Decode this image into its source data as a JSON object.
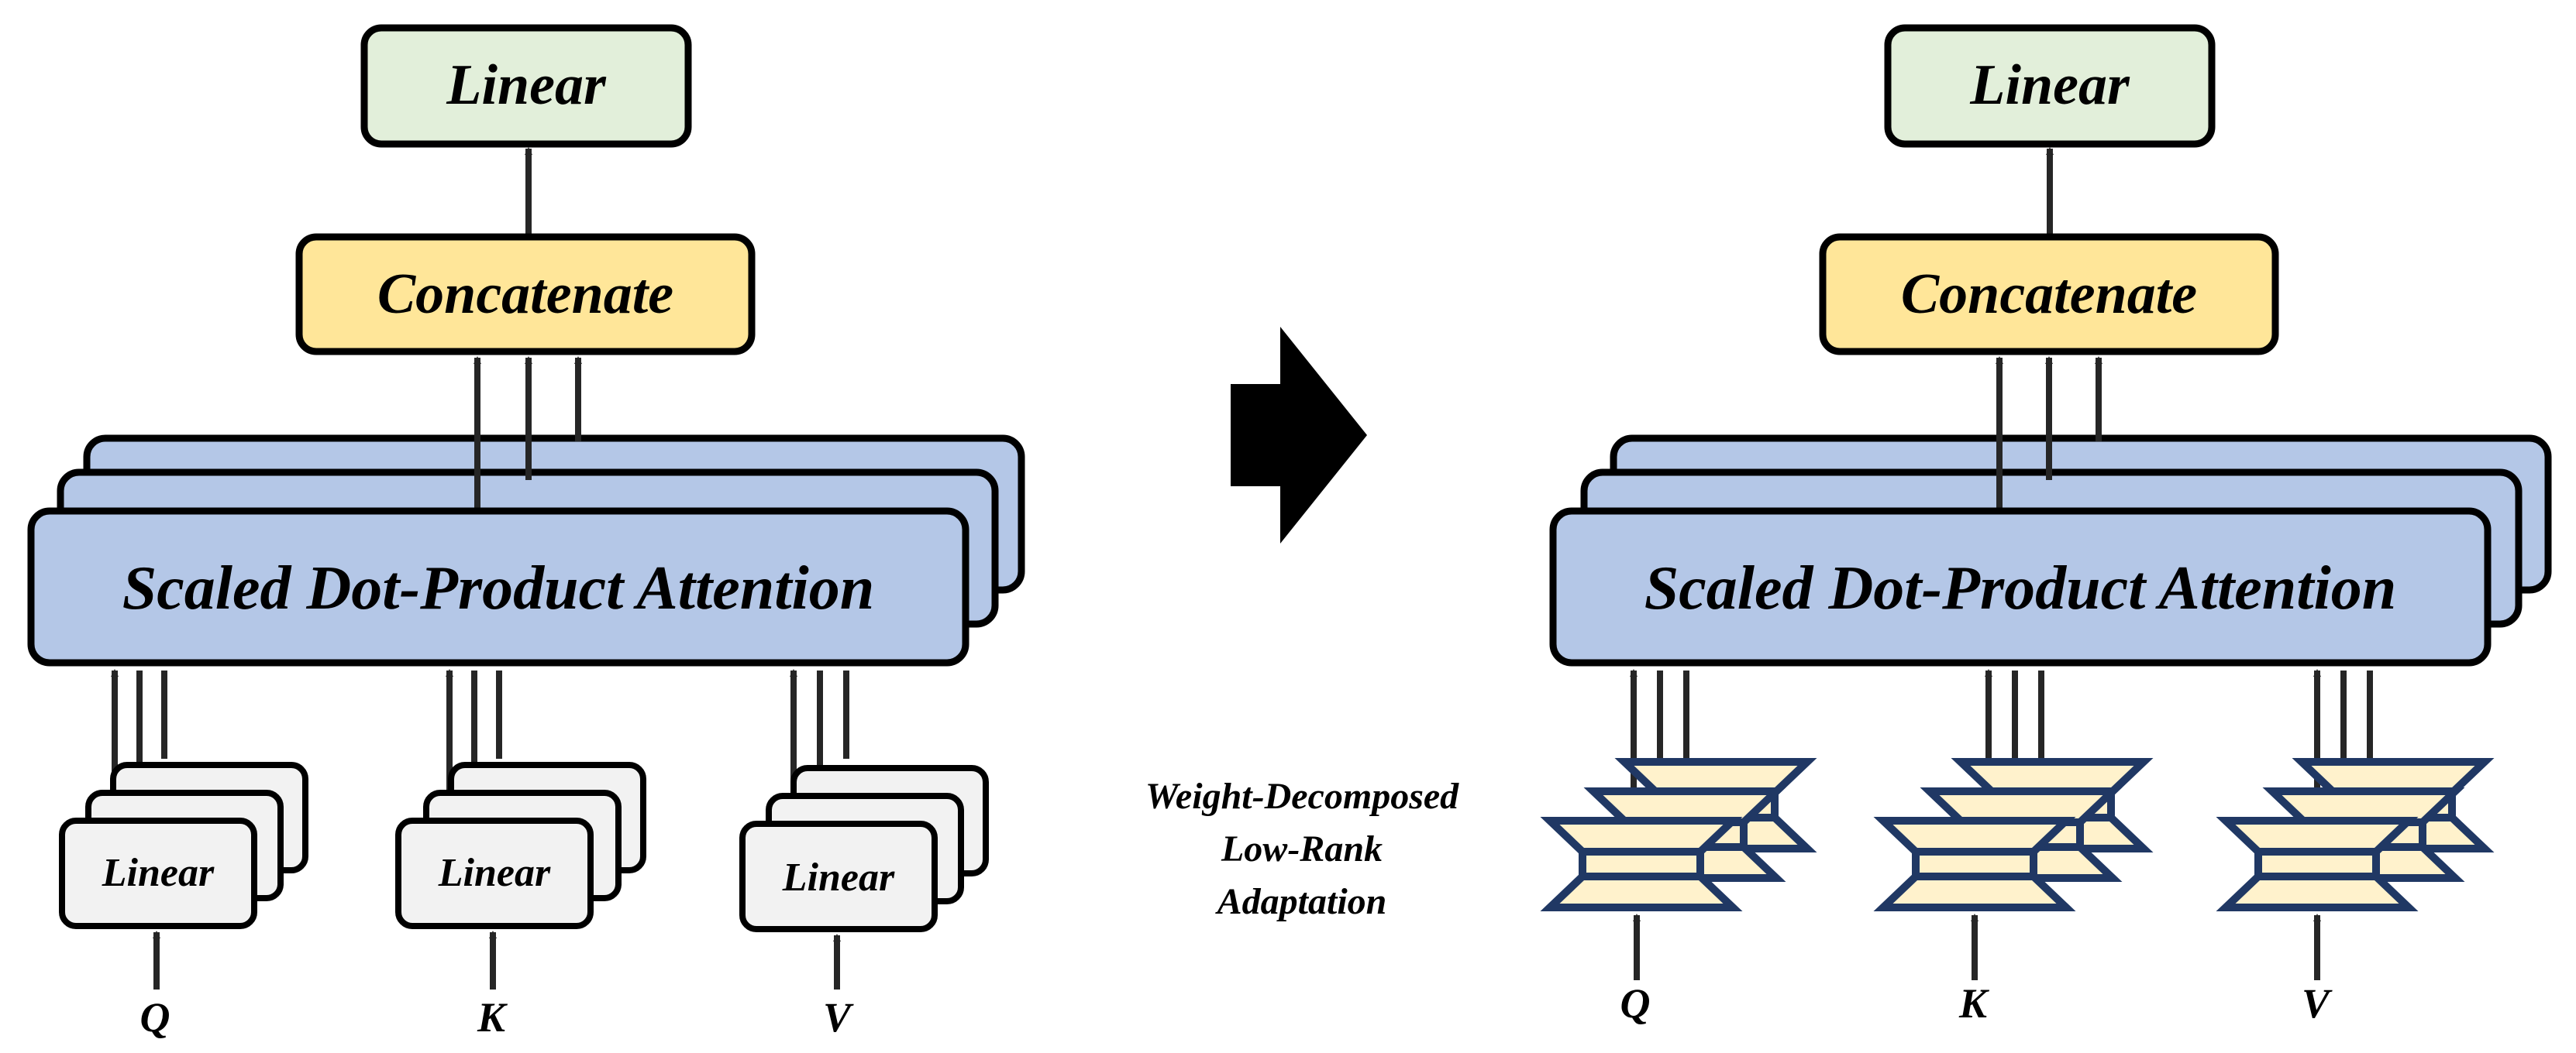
{
  "colors": {
    "linear_top_fill": "#e2efda",
    "concat_fill": "#ffe699",
    "attention_fill": "#b4c7e7",
    "linear_proj_fill": "#f2f2f2",
    "lora_fill": "#fff2cc",
    "lora_stroke": "#203864",
    "line": "#262626",
    "arrow_fill": "#000000"
  },
  "left": {
    "output_linear": "Linear",
    "concat": "Concatenate",
    "attention": "Scaled Dot-Product Attention",
    "projections": [
      {
        "label": "Linear",
        "input": "Q"
      },
      {
        "label": "Linear",
        "input": "K"
      },
      {
        "label": "Linear",
        "input": "V"
      }
    ]
  },
  "transition": {
    "arrow_icon": "right-arrow-icon",
    "caption_lines": [
      "Weight-Decomposed",
      "Low-Rank",
      "Adaptation"
    ]
  },
  "right": {
    "output_linear": "Linear",
    "concat": "Concatenate",
    "attention": "Scaled Dot-Product Attention",
    "adapters": [
      {
        "icon": "hourglass-adapter-icon",
        "input": "Q"
      },
      {
        "icon": "hourglass-adapter-icon",
        "input": "K"
      },
      {
        "icon": "hourglass-adapter-icon",
        "input": "V"
      }
    ]
  }
}
